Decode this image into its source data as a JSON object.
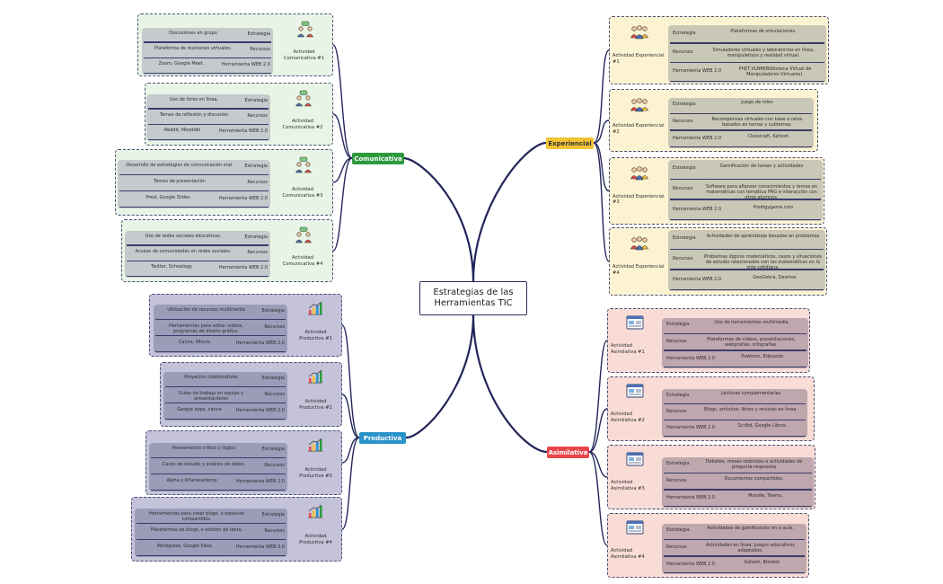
{
  "central": {
    "title": "Estrategias de las Herramientas TIC"
  },
  "labels": {
    "estrategia": "Estrategia",
    "recursos": "Recursos",
    "herramienta": "Herramienta WEB 2.0"
  },
  "branches": {
    "comunicativa": {
      "label": "Comunicativa",
      "color": "#2e9a3e",
      "activities": [
        {
          "name": "Actividad Comunicativa #1",
          "estrategia": "Discusiones en grupo",
          "recursos": "Plataforma de reuniones virtuales.",
          "herramienta": "Zoom, Google Meet."
        },
        {
          "name": "Actividad Comunicativa #2",
          "estrategia": "Uso de foros en línea.",
          "recursos": "Temas de reflexión y discusión",
          "herramienta": "Reddit, Mooddle"
        },
        {
          "name": "Actividad Comunicativa #3",
          "estrategia": "Desarrollo de estrategias de comunicación oral.",
          "recursos": "Temas de presentación",
          "herramienta": "Prezi, Google Slides"
        },
        {
          "name": "Actividad Comunicativa #4",
          "estrategia": "Uso de redes sociales educativas.",
          "recursos": "Acceso de comunidades en redes sociales.",
          "herramienta": "Twitter, Schoology"
        }
      ]
    },
    "productiva": {
      "label": "Productiva",
      "color": "#2a93c9",
      "activities": [
        {
          "name": "Actividad Productiva #1",
          "estrategia": "Utilización de recursos multimedia",
          "recursos": "Herramientas para editar videos, programas de diseño gráfico.",
          "herramienta": "Canva, iMovie"
        },
        {
          "name": "Actividad Productiva #2",
          "estrategia": "Proyectos colaborativos",
          "recursos": "Guías de trabajo en equipo y presentaciones",
          "herramienta": "Google apps, canva"
        },
        {
          "name": "Actividad Productiva #3",
          "estrategia": "Pensamiento crítico y lógico",
          "recursos": "Casos de estudio y análisis de datos.",
          "herramienta": "Alpha y Khanacademy."
        },
        {
          "name": "Actividad Productiva #4",
          "estrategia": "Herramientas para crear blogs, o espacios compartidos.",
          "recursos": "Plataformas de blogs, o edición de texto.",
          "herramienta": "Wordpress, Google Sites."
        }
      ]
    },
    "experiencial": {
      "label": "Experiencial",
      "color": "#f2c335",
      "activities": [
        {
          "name": "Actividad Experiencial #1",
          "estrategia": "Plataformas de simulaciones.",
          "recursos": "Simuladores virtuales y laboratorios en línea, manipulativos y realidad virtual.",
          "herramienta": "PhET,VLNM(Biblioteca Virtual de Manipuladores Virtuales)."
        },
        {
          "name": "Actividad Experiencial #2",
          "estrategia": "Juego de roles",
          "recursos": "Recompensas virtuales con base a retos basados en temas y subtemas.",
          "herramienta": "Classcraft, Kahoot."
        },
        {
          "name": "Actividad Experiencial #3",
          "estrategia": "Gamificación de tareas y actividades",
          "recursos": "Software para afianzar conocimientos y temas en matemáticas con temática PRG e interacción con otros alumnos.",
          "herramienta": "Prodigygame.com"
        },
        {
          "name": "Actividad Experiencial #4",
          "estrategia": "Actividades de aprendizaje basadas en problemas",
          "recursos": "Problemas lógicos matemáticos, casos y situaciones de estudio relacionados con las matemáticas en la vida cotidiana.",
          "herramienta": "GeoGebra, Desmos"
        }
      ]
    },
    "asimilativa": {
      "label": "Asimilativa",
      "color": "#e8474a",
      "activities": [
        {
          "name": "Actividad Asimilativa #1",
          "estrategia": "Uso de herramientas multimedia",
          "recursos": "Plataformas de videos, presentaciones, webgrafías, infografías.",
          "herramienta": "Powtoon, Edpuzzle."
        },
        {
          "name": "Actividad Asimilativa #2",
          "estrategia": "Lecturas complementarias",
          "recursos": "Blogs, artículos, libros y revistas en línea.",
          "herramienta": "Scribd, Google Libros."
        },
        {
          "name": "Actividad Asimilativa #3",
          "estrategia": "Debates, mesas redondas o actividades de pregunta-respuesta",
          "recursos": "Documentos compartidos.",
          "herramienta": "Moodle, Teams."
        },
        {
          "name": "Actividad Asimilativa #4",
          "estrategia": "Actividades de gamificación en e aula.",
          "recursos": "Actividades en línea, juegos educativos adaptados.",
          "herramienta": "Kahoot, Blooket"
        }
      ]
    }
  }
}
